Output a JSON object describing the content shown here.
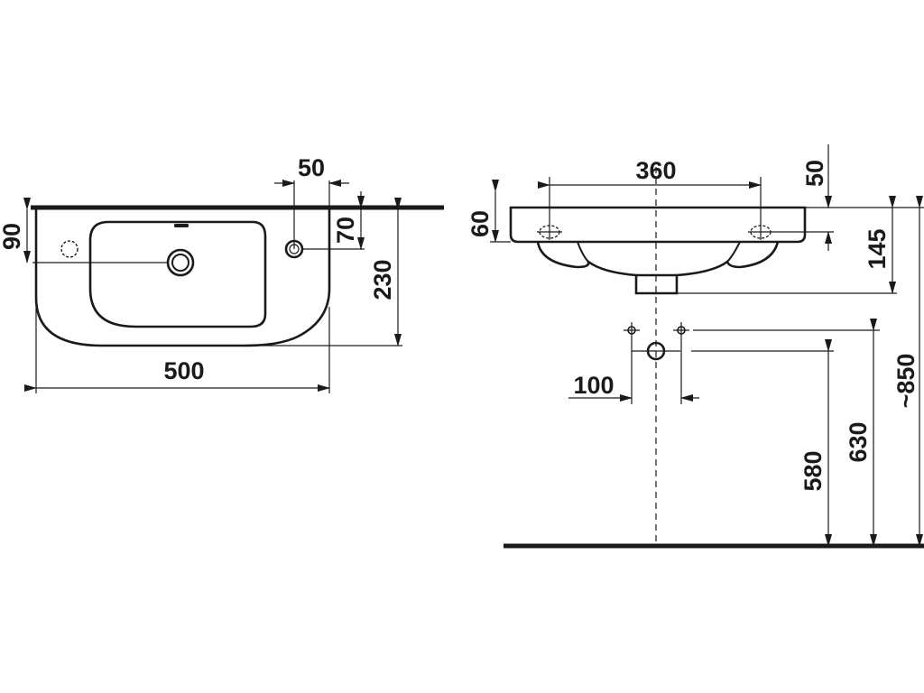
{
  "dimensions": {
    "top_view": {
      "d50": "50",
      "d70": "70",
      "d90": "90",
      "d230": "230",
      "d500": "500"
    },
    "front_view": {
      "d360": "360",
      "d50": "50",
      "d60": "60",
      "d145": "145",
      "d100": "100",
      "d580": "580",
      "d630": "630",
      "d850": "~850"
    }
  },
  "colors": {
    "line": "#1a1a1a",
    "background": "#ffffff"
  }
}
